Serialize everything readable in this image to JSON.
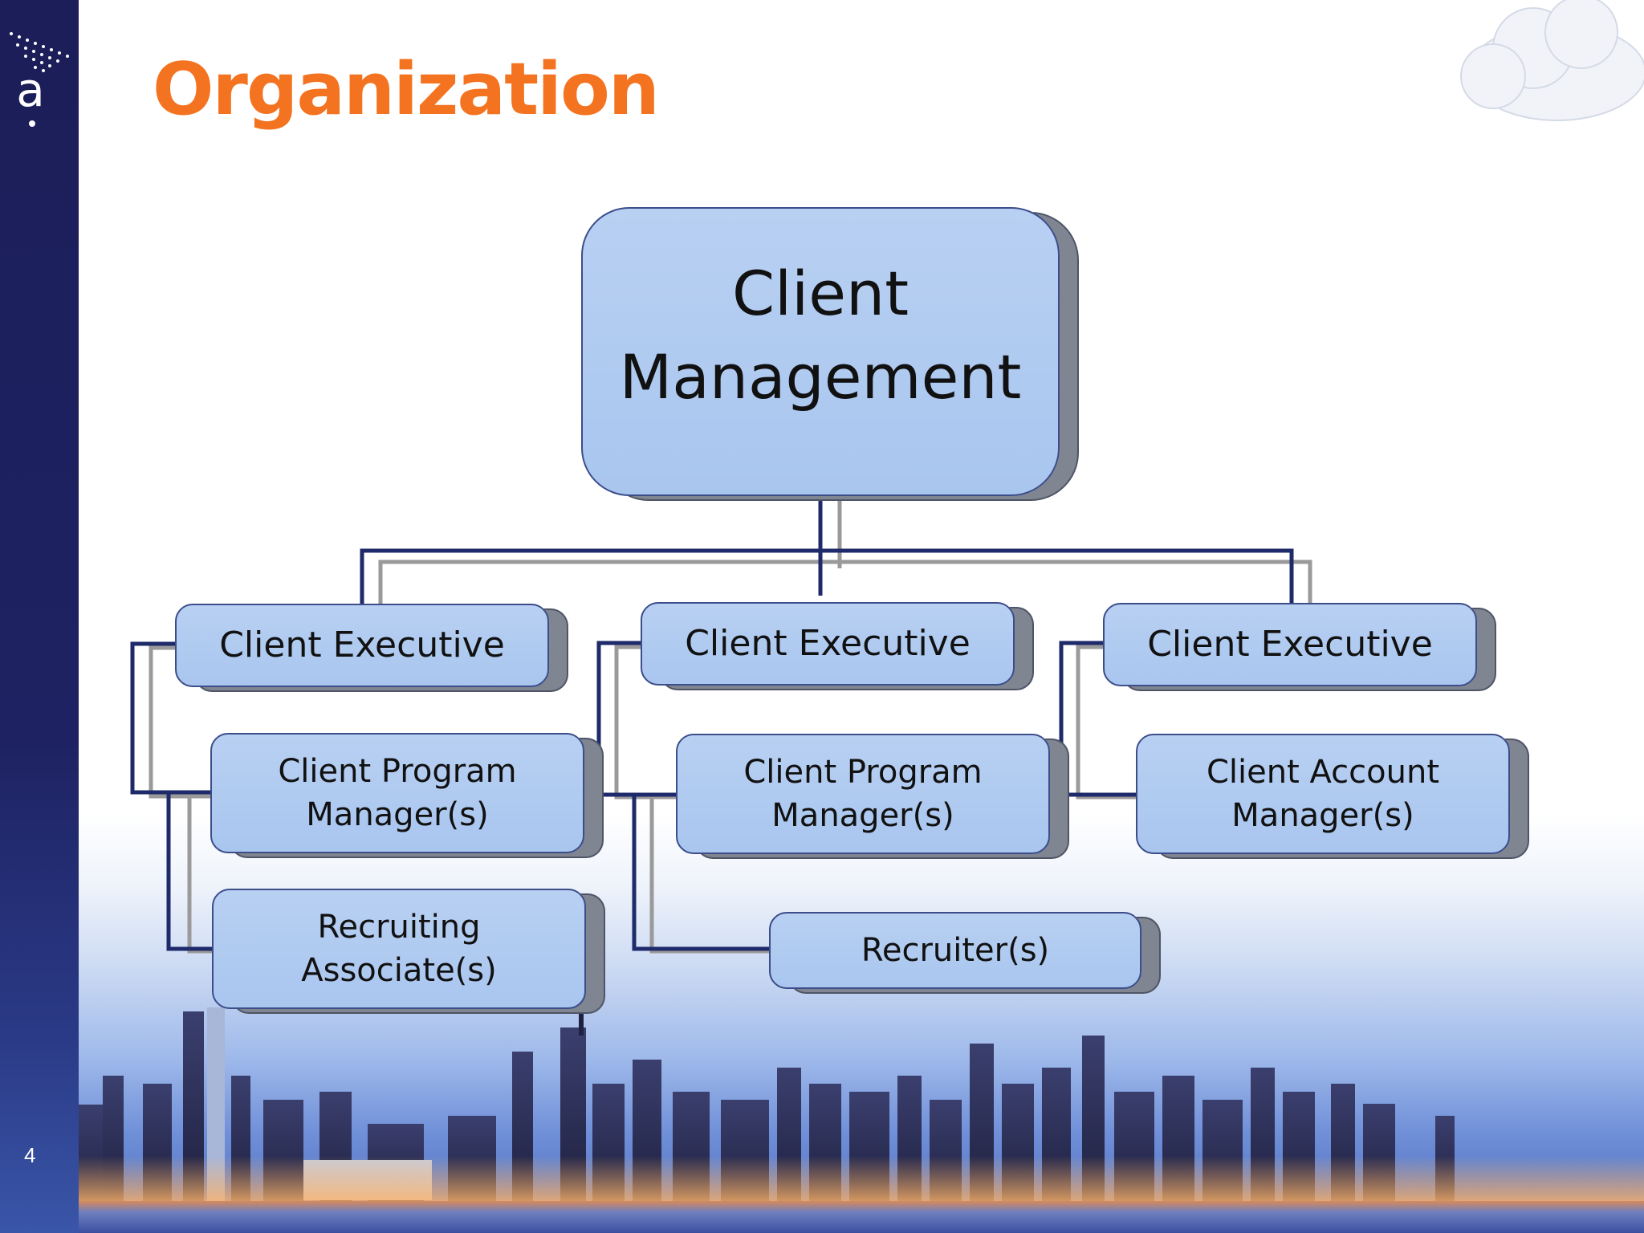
{
  "slide": {
    "title": "Organization",
    "page_number": "4",
    "logo_letter": "a",
    "colors": {
      "title": "#f47320",
      "sidebar": "#1e2262",
      "node_fill": "#aecaf0",
      "node_border": "#3c4d8a",
      "connector": "#1e2a6a",
      "connector_shadow": "#9a9a9a"
    }
  },
  "org_chart": {
    "root": {
      "label": "Client\nManagement"
    },
    "branches": [
      {
        "head": {
          "label": "Client Executive"
        },
        "reports": [
          {
            "label": "Client Program\nManager(s)"
          },
          {
            "label": "Recruiting\nAssociate(s)"
          }
        ]
      },
      {
        "head": {
          "label": "Client Executive"
        },
        "reports": [
          {
            "label": "Client Program\nManager(s)"
          },
          {
            "label": "Recruiter(s)"
          }
        ]
      },
      {
        "head": {
          "label": "Client Executive"
        },
        "reports": [
          {
            "label": "Client Account\nManager(s)"
          }
        ]
      }
    ]
  }
}
